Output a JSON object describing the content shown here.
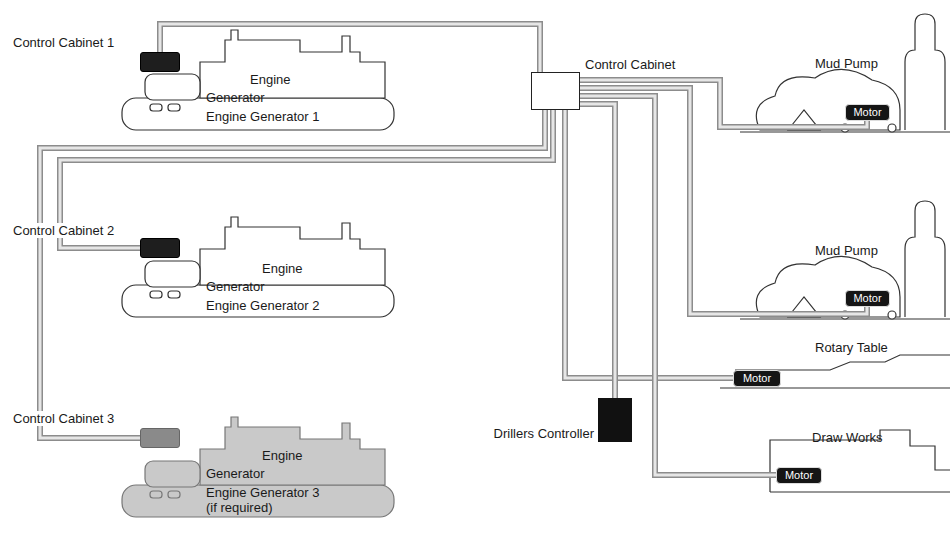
{
  "diagram": {
    "nodes": [
      {
        "text": [
          "Control Cabinet 1"
        ]
      },
      {
        "text": [
          "Engine",
          "Generator",
          "Engine Generator 1"
        ]
      },
      {
        "text": [
          "Control Cabinet 2"
        ]
      },
      {
        "text": [
          "Engine",
          "Generator",
          "Engine Generator 2"
        ]
      },
      {
        "text": [
          "Control Cabinet 3"
        ]
      },
      {
        "text": [
          "Engine",
          "Generator",
          "Engine Generator 3 (if required)"
        ]
      },
      {
        "text": [
          "Control Cabinet"
        ]
      },
      {
        "text": [
          "Drillers Controller"
        ]
      },
      {
        "text": [
          "Mud Pump"
        ]
      },
      {
        "text": [
          "Motor"
        ],
        "in": 8
      },
      {
        "text": [
          "Mud Pump"
        ]
      },
      {
        "text": [
          "Motor"
        ],
        "in": 10
      },
      {
        "text": [
          "Rotary Table"
        ]
      },
      {
        "text": [
          "Motor"
        ],
        "in": 12
      },
      {
        "text": [
          "Draw Works"
        ]
      },
      {
        "text": [
          "Motor"
        ],
        "in": 14
      }
    ],
    "edges": [
      {
        "from": 0,
        "to": 6,
        "arrow": "none"
      },
      {
        "from": 2,
        "to": 6,
        "arrow": "none"
      },
      {
        "from": 4,
        "to": 6,
        "arrow": "none"
      },
      {
        "from": 6,
        "to": 9,
        "arrow": "none"
      },
      {
        "from": 6,
        "to": 11,
        "arrow": "none"
      },
      {
        "from": 6,
        "to": 13,
        "arrow": "none"
      },
      {
        "from": 6,
        "to": 15,
        "arrow": "none"
      },
      {
        "from": 7,
        "to": 6,
        "arrow": "none"
      }
    ]
  }
}
